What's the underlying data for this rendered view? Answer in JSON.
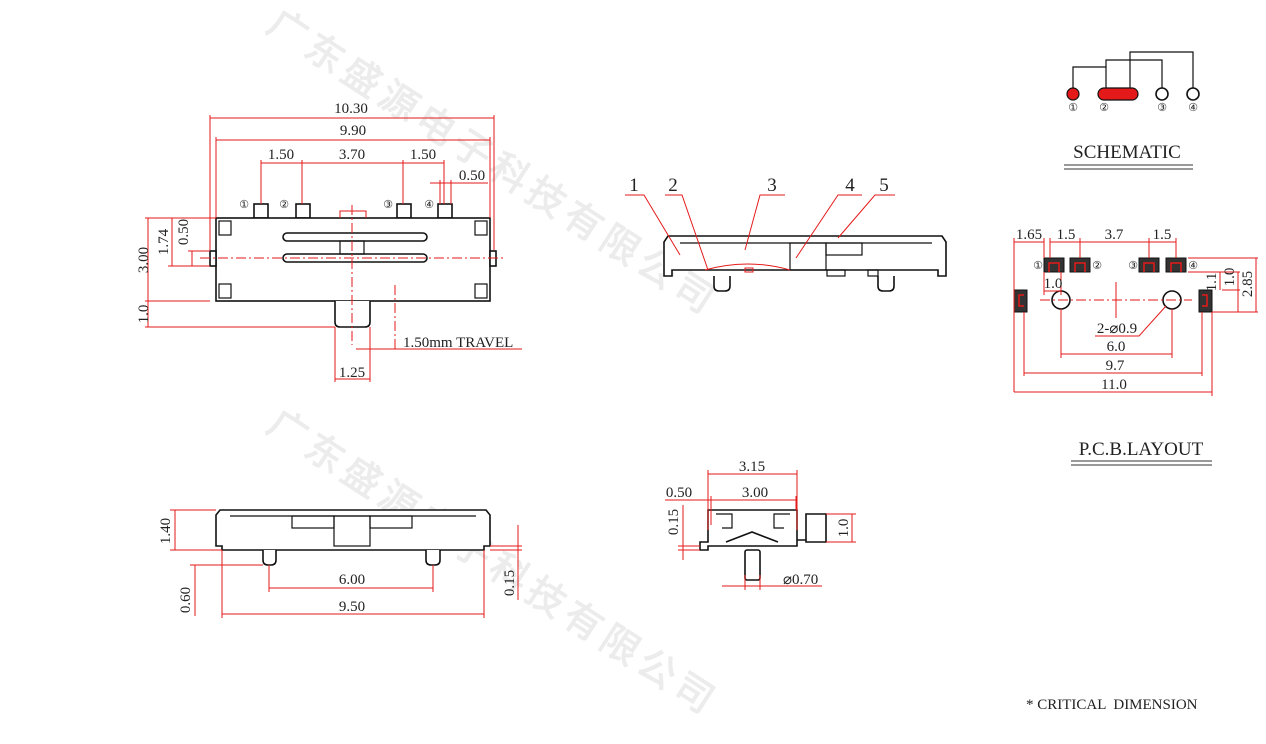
{
  "watermark": "广东盛源电子科技有限公司",
  "top_view": {
    "dim_overall": "10.30",
    "dim_body": "9.90",
    "dim_pitch_left": "1.50",
    "dim_pitch_center": "3.70",
    "dim_pitch_right": "1.50",
    "dim_pin_width": "0.50",
    "dim_height_total": "3.00",
    "dim_height_partial": "1.74",
    "dim_nub": "0.50",
    "dim_knob_protrusion": "1.0",
    "travel": "1.50mm TRAVEL",
    "dim_knob_width": "1.25",
    "pins": [
      "①",
      "②",
      "③",
      "④"
    ]
  },
  "side_view": {
    "callouts": [
      "1",
      "2",
      "3",
      "4",
      "5"
    ]
  },
  "front_view": {
    "dim_height": "1.40",
    "dim_peg_pitch": "6.00",
    "dim_width": "9.50",
    "dim_peg_height": "0.60",
    "dim_foot": "0.15"
  },
  "end_view": {
    "dim_outer": "3.15",
    "dim_inner": "3.00",
    "dim_offset": "0.50",
    "dim_thickness": "0.15",
    "dim_knob": "1.0",
    "dim_peg_dia": "⌀0.70"
  },
  "schematic": {
    "title": "SCHEMATIC",
    "pins": [
      "①",
      "②",
      "③",
      "④"
    ]
  },
  "pcb_layout": {
    "title": "P.C.B.LAYOUT",
    "dim_edge": "1.65",
    "dim_pitch_left": "1.5",
    "dim_pitch_center": "3.7",
    "dim_pitch_right": "1.5",
    "dim_hole_offset": "1.0",
    "dim_pad_1": "1.1",
    "dim_pad_2": "1.0",
    "dim_pad_total": "2.85",
    "dim_holes": "2-⌀0.9",
    "dim_hole_pitch": "6.0",
    "dim_side_pads": "9.7",
    "dim_overall": "11.0",
    "pins": [
      "①",
      "②",
      "③",
      "④"
    ]
  },
  "footer": {
    "note": "* CRITICAL  DIMENSION"
  },
  "colors": {
    "dimension": "#e41a1a",
    "outline": "#111111"
  }
}
